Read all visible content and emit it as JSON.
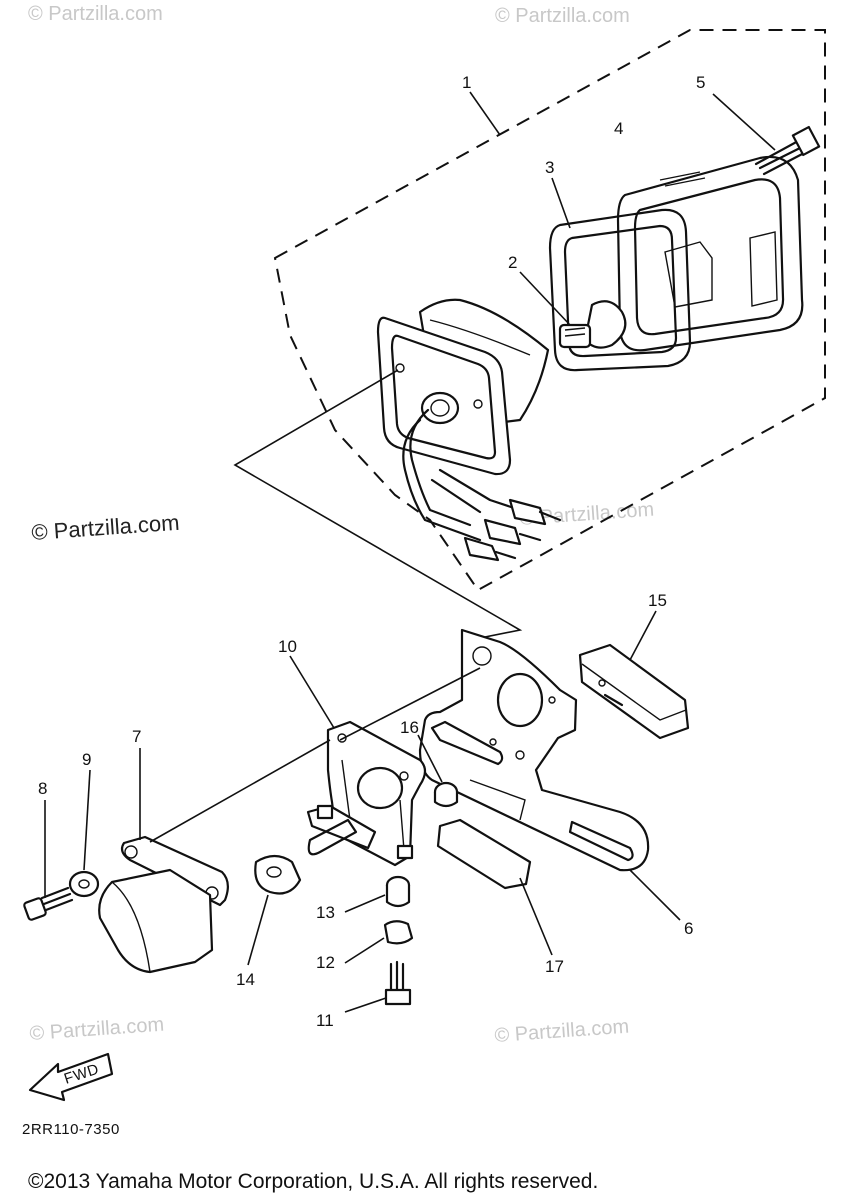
{
  "callouts": [
    "1",
    "2",
    "3",
    "4",
    "5",
    "6",
    "7",
    "8",
    "9",
    "10",
    "11",
    "12",
    "13",
    "14",
    "15",
    "16",
    "17"
  ],
  "watermarks": {
    "light": "© Partzilla.com",
    "dark": "© Partzilla.com"
  },
  "fwd_label": "FWD",
  "diagram_code": "2RR110-7350",
  "copyright": "©2013 Yamaha Motor Corporation, U.S.A. All rights reserved."
}
